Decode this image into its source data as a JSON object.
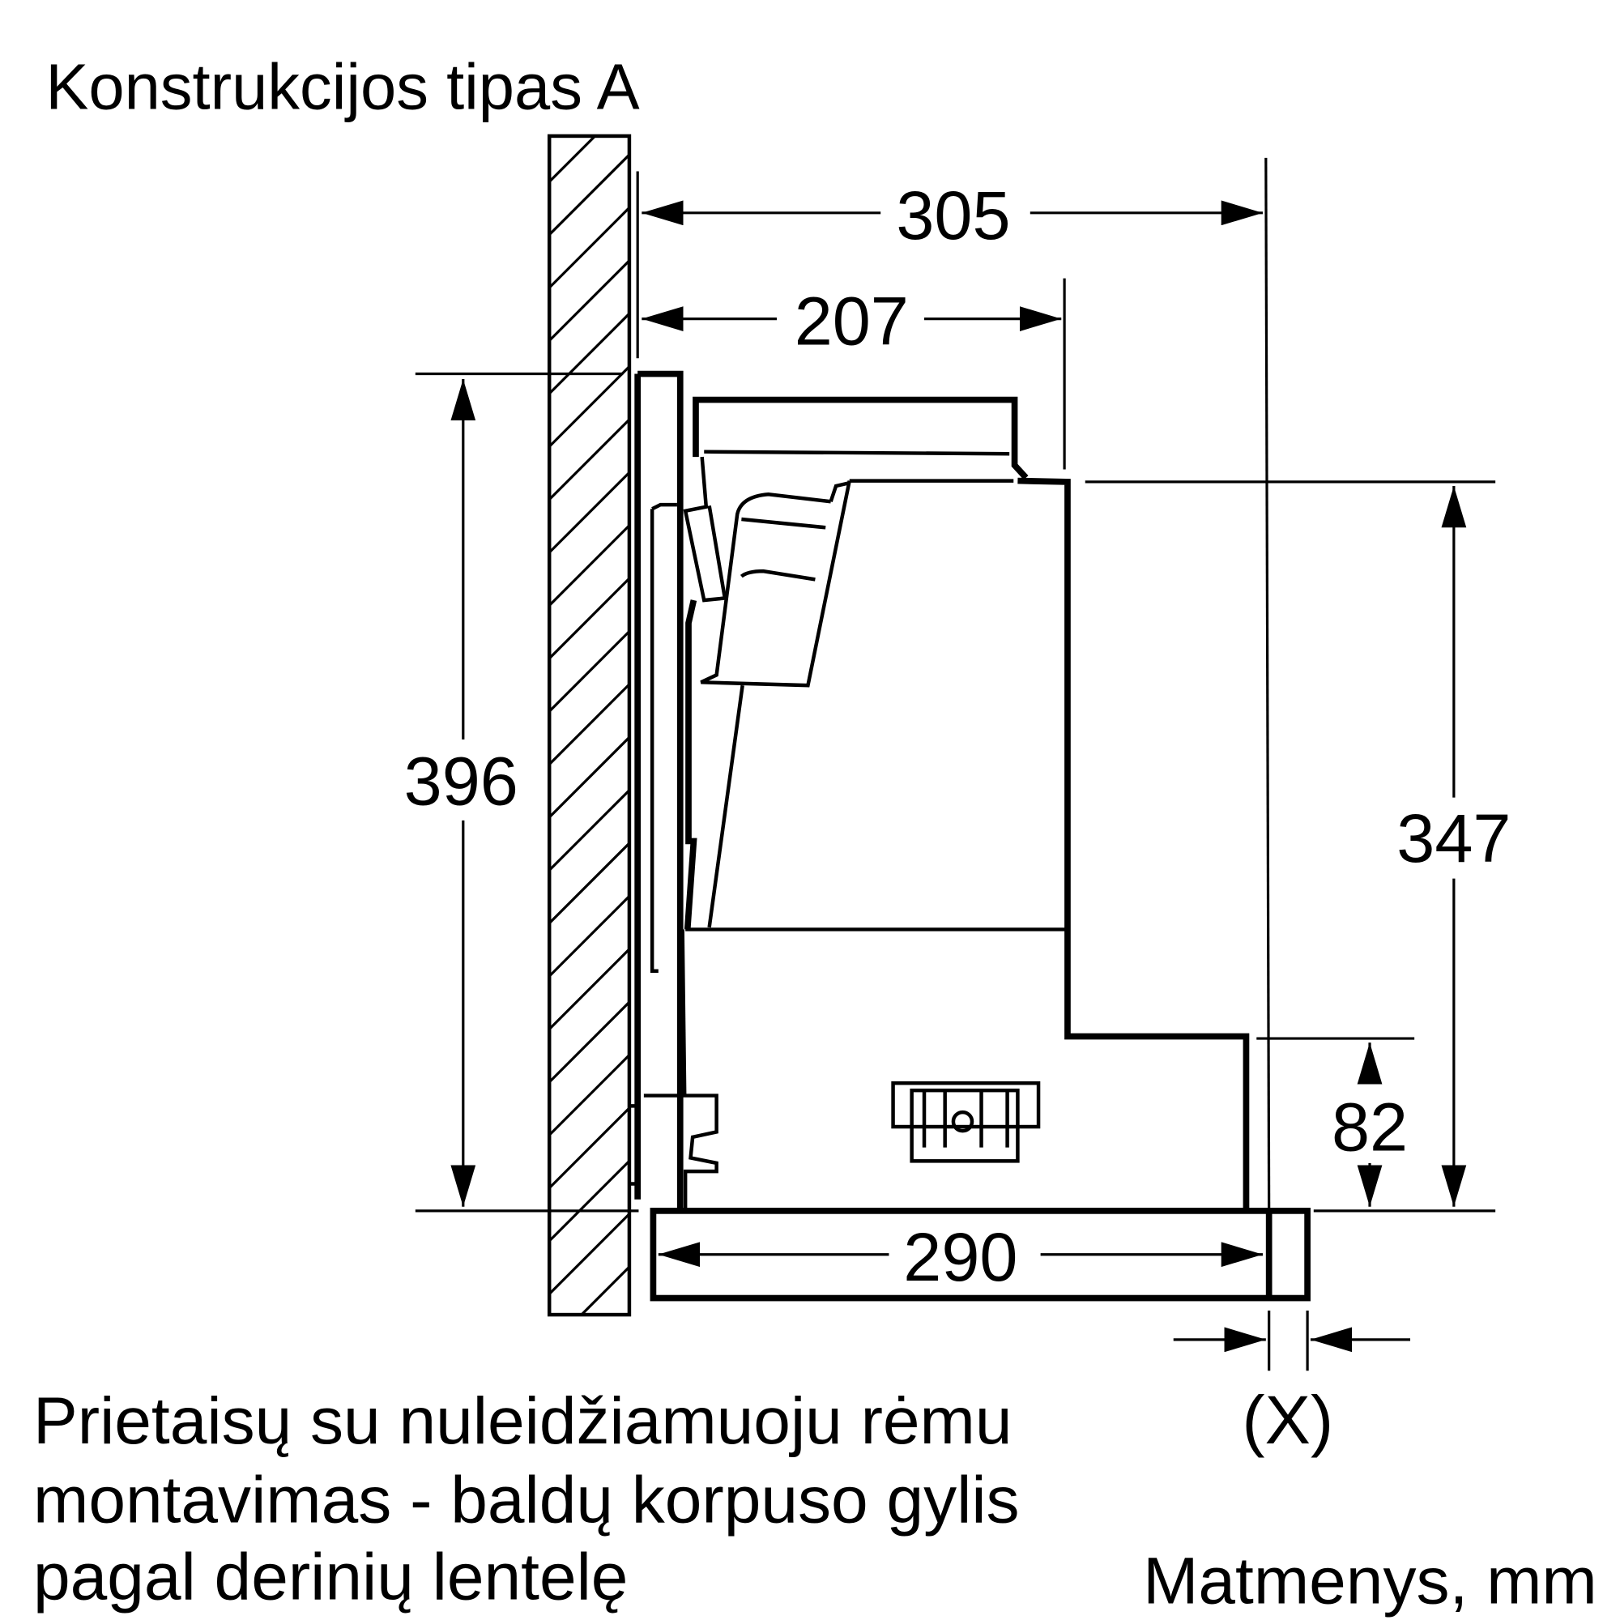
{
  "title": "Konstrukcijos tipas A",
  "dimensions": {
    "d305": "305",
    "d207": "207",
    "d396": "396",
    "d347": "347",
    "d82": "82",
    "d290": "290",
    "x_label": "(X)"
  },
  "caption": {
    "line1": "Prietaisų su nuleidžiamuoju rėmu",
    "line2": "montavimas - baldų korpuso gylis",
    "line3": "pagal derinių lentelę"
  },
  "units": "Matmenys, mm"
}
